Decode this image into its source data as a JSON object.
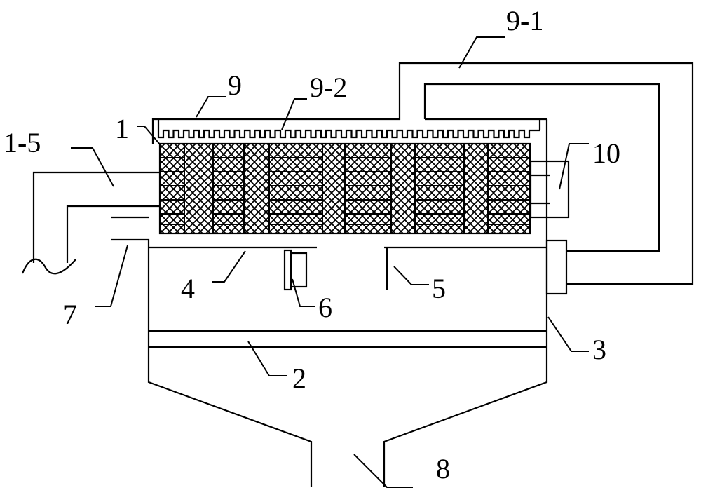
{
  "labels": {
    "l9_1": "9-1",
    "l9": "9",
    "l9_2": "9-2",
    "l1": "1",
    "l1_5": "1-5",
    "l10": "10",
    "l4": "4",
    "l6": "6",
    "l5": "5",
    "l7": "7",
    "l3": "3",
    "l2": "2",
    "l8": "8"
  }
}
